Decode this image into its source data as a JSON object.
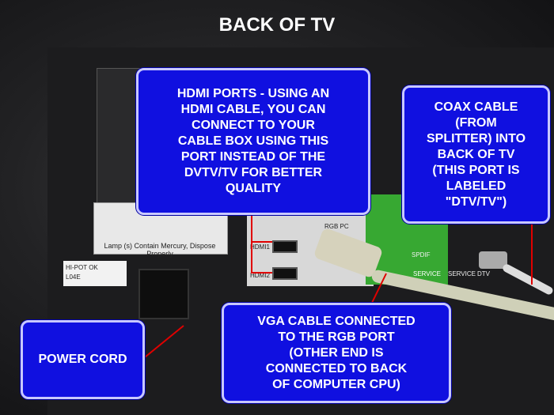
{
  "title": "BACK OF TV",
  "callouts": {
    "hdmi": "HDMI PORTS - USING AN\nHDMI CABLE, YOU CAN\nCONNECT TO YOUR\nCABLE BOX USING THIS\nPORT INSTEAD OF THE\nDVTV/TV FOR BETTER\nQUALITY",
    "coax": "COAX CABLE\n(FROM\nSPLITTER) INTO\nBACK OF TV\n(THIS PORT IS\nLABELED\n\"DTV/TV\")",
    "power": "POWER CORD",
    "vga": "VGA CABLE CONNECTED\nTO THE RGB PORT\n(OTHER END IS\nCONNECTED TO BACK\nOF COMPUTER CPU)"
  },
  "photo_labels": {
    "lamp": "Lamp (s) Contain Mercury, Dispose Properly",
    "hipot": "HI-POT  OK\nL04E",
    "hdmi1": "HDMI1",
    "hdmi2": "HDMI2",
    "rgb": "RGB PC",
    "spdif": "SPDIF",
    "service1": "SERVICE",
    "service2": "SERVICE",
    "dtv": "DTV"
  },
  "colors": {
    "callout_fill": "#1010e0",
    "callout_border": "#c8c8ff",
    "leader_line": "#e00000",
    "title": "#ffffff"
  }
}
